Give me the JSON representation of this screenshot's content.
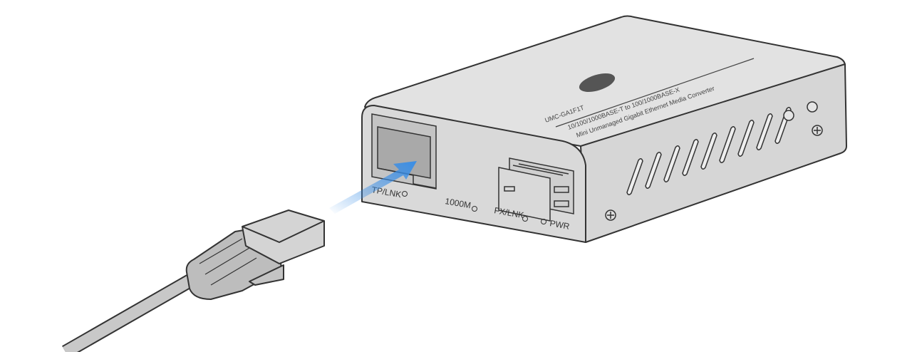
{
  "device": {
    "model": "UMC-GA1F1T",
    "spec": "10/100/1000BASE-T to 100/1000BASE-X",
    "description": "Mini Unmanaged Gigabit Ethernet Media Converter",
    "ports": {
      "tp_lnk": "TP/LNK",
      "speed": "1000M",
      "fx_lnk": "FX/LNK",
      "power": "PWR"
    }
  },
  "colors": {
    "body": "#dcdcdc",
    "outline": "#333333",
    "arrow": "#3a8ee6"
  },
  "icons": [
    "brand-logo",
    "insert-arrow",
    "rj45-cable",
    "screw"
  ]
}
